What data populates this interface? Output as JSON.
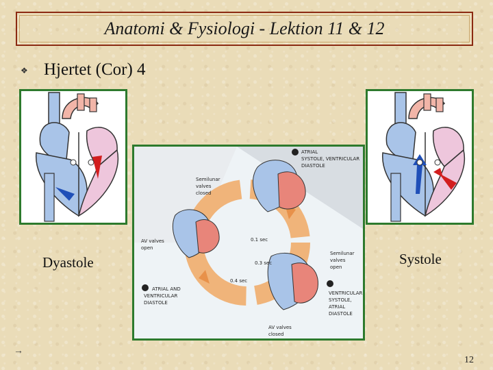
{
  "title": "Anatomi & Fysiologi - Lektion 11 & 12",
  "bullet": "❖",
  "heading": "Hjertet (Cor) 4",
  "labels": {
    "left": "Dyastole",
    "right": "Systole"
  },
  "cycle": {
    "phase2": [
      "ATRIAL",
      "SYSTOLE, VENTRICULAR",
      "DIASTOLE"
    ],
    "semilunar_closed": [
      "Semilunar",
      "valves",
      "closed"
    ],
    "av_open": [
      "AV valves",
      "open"
    ],
    "t01": "0.1 sec",
    "t03": "0.3 sec",
    "t04": "0.4 sec",
    "semilunar_open": [
      "Semilunar",
      "valves",
      "open"
    ],
    "phase1": [
      "ATRIAL AND",
      "VENTRICULAR",
      "DIASTOLE"
    ],
    "phase3": [
      "VENTRICULAR",
      "SYSTOLE,",
      "ATRIAL",
      "DIASTOLE"
    ],
    "av_closed": [
      "AV valves",
      "closed"
    ]
  },
  "footer": {
    "arrow": "→",
    "page": "12"
  }
}
